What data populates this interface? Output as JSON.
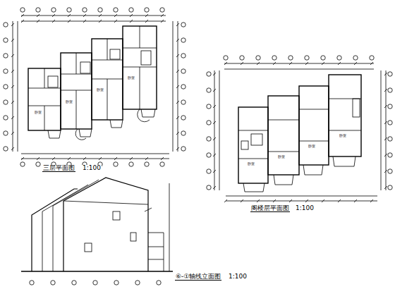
{
  "diagram": {
    "labels": [
      "三层平面图",
      "1:100",
      "阁楼层平面图",
      "1:100",
      "⑥-①轴线立面图",
      "1:100",
      "卧室",
      "卧室",
      "卧室",
      "卧室",
      "卧室",
      "卧室",
      "卧室",
      "卧室"
    ]
  }
}
